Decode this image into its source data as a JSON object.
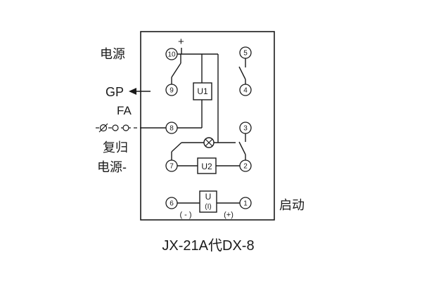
{
  "title": "JX-21A代DX-8",
  "labels": {
    "power_plus": "电源",
    "gp": "GP",
    "fa": "FA",
    "reset": "复归",
    "power_minus": "电源-",
    "start": "启动",
    "plus": "+",
    "out_minus": "( - )",
    "out_plus": "(+)"
  },
  "components": {
    "u1": "U1",
    "u2": "U2",
    "u_current_top": "U",
    "u_current_bottom": "(I)"
  },
  "terminals": {
    "left": [
      "10",
      "9",
      "8",
      "7",
      "6"
    ],
    "right": [
      "5",
      "4",
      "3",
      "2",
      "1"
    ]
  }
}
